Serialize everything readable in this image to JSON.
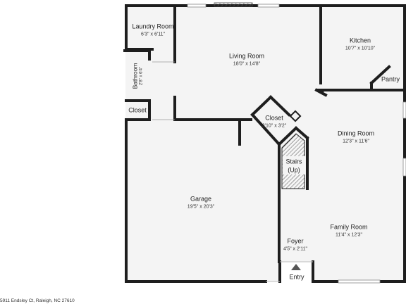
{
  "colors": {
    "wall": "#1e1e1e",
    "floor": "#f4f4f4",
    "stair_hatch": "#555555"
  },
  "rooms": [
    {
      "key": "laundry",
      "name": "Laundry Room",
      "dims": "6'3\" x 6'11\""
    },
    {
      "key": "living",
      "name": "Living Room",
      "dims": "18'0\" x 14'8\""
    },
    {
      "key": "kitchen",
      "name": "Kitchen",
      "dims": "10'7\" x 10'10\""
    },
    {
      "key": "pantry",
      "name": "Pantry"
    },
    {
      "key": "bathroom",
      "name": "Bathroom",
      "dims": "2'8\" x 6'4\""
    },
    {
      "key": "closet_small",
      "name": "Closet"
    },
    {
      "key": "closet",
      "name": "Closet",
      "dims": "3'10\" x 3'2\""
    },
    {
      "key": "dining",
      "name": "Dining Room",
      "dims": "12'3\" x 11'6\""
    },
    {
      "key": "stairs",
      "name": "Stairs",
      "sub": "(Up)"
    },
    {
      "key": "garage",
      "name": "Garage",
      "dims": "19'5\" x 20'3\""
    },
    {
      "key": "foyer",
      "name": "Foyer",
      "dims": "4'5\" x 2'11\""
    },
    {
      "key": "family",
      "name": "Family Room",
      "dims": "11'4\" x 12'3\""
    }
  ],
  "entry_label": "Entry",
  "address": "5911 Endsley Ct, Raleigh, NC 27610"
}
